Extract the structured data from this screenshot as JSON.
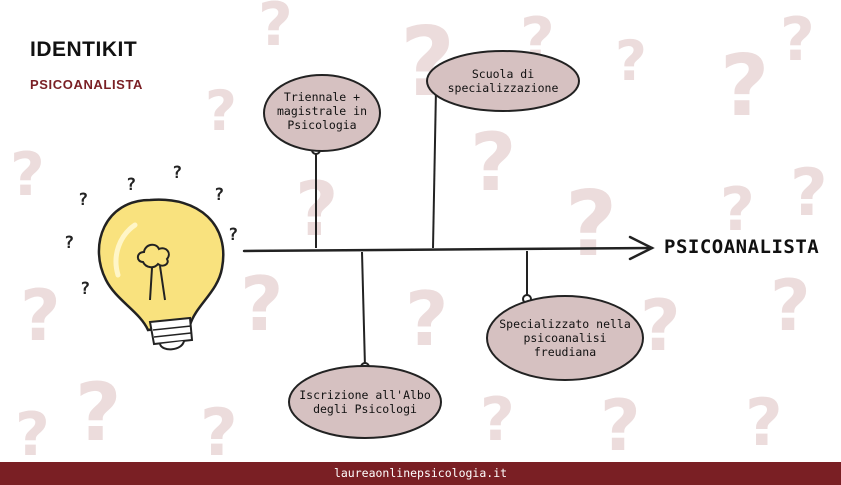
{
  "header": {
    "title": "IDENTIKIT",
    "subtitle": "PSICOANALISTA"
  },
  "diagram": {
    "outcome": "PSICOANALISTA",
    "steps": [
      {
        "text": "Triennale +\nmagistrale in\nPsicologia"
      },
      {
        "text": "Scuola di\nspecializzazione"
      },
      {
        "text": "Iscrizione all'Albo\ndegli Psicologi"
      },
      {
        "text": "Specializzato nella\npsicoanalisi\nfreudiana"
      }
    ]
  },
  "footer": {
    "site": "laureaonlinepsicologia.it"
  },
  "colors": {
    "brand": "#7a1f24",
    "bubble": "#d6c1c1",
    "bulb": "#f9e27e",
    "question_marks": "#ecdcdc"
  }
}
